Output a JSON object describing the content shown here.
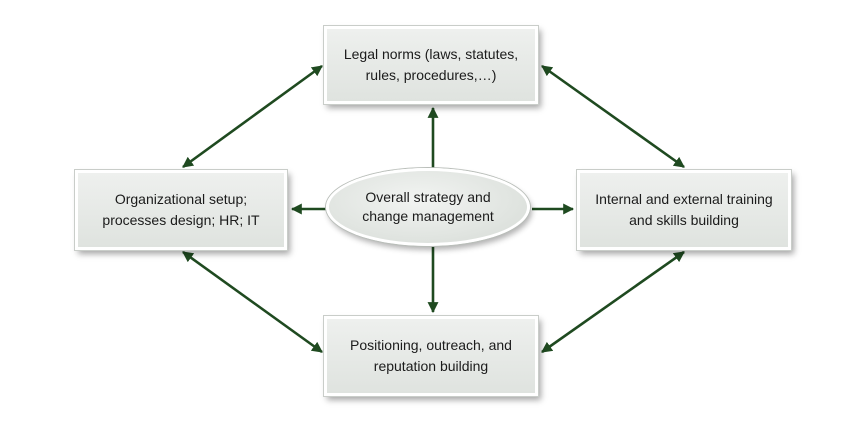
{
  "diagram": {
    "center": "Overall strategy and change management",
    "top": "Legal norms (laws, statutes, rules, procedures,…)",
    "left": "Organizational setup; processes design; HR; IT",
    "right": "Internal and external training and skills building",
    "bottom": "Positioning, outreach, and reputation building"
  },
  "colors": {
    "arrow": "#1f4a20",
    "box_fill": "#e4e7e4"
  }
}
